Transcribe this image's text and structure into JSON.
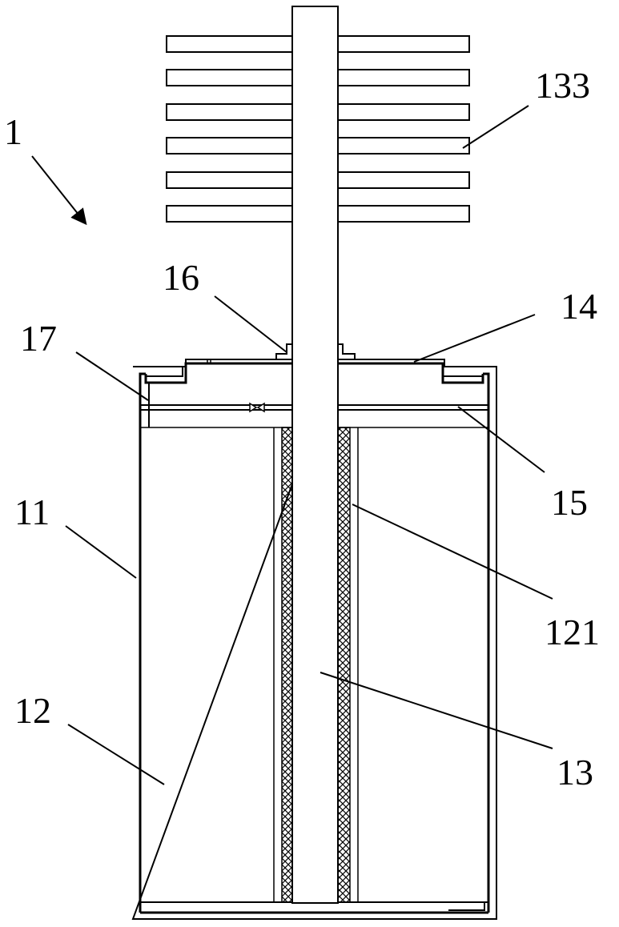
{
  "labels": {
    "device": "1",
    "fins": "133",
    "fitting": "16",
    "cap": "14",
    "valve_pipe": "17",
    "partition": "15",
    "outer_shell": "11",
    "chamber": "12",
    "mesh": "121",
    "rod": "13"
  },
  "colors": {
    "line": "#000000",
    "background": "#ffffff"
  }
}
